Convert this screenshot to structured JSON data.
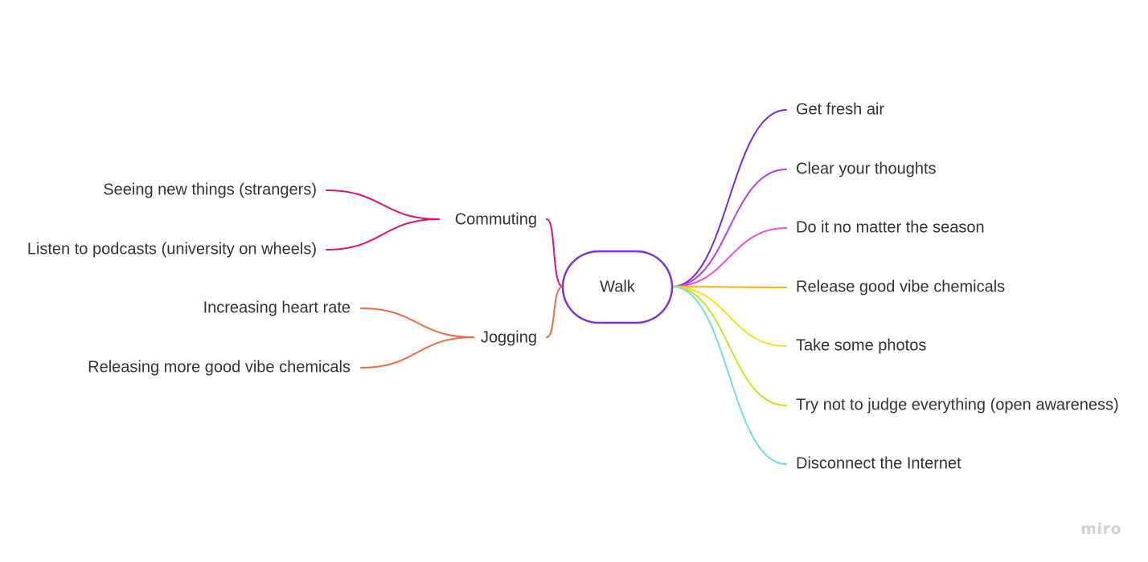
{
  "center": {
    "label": "Walk",
    "border_color": "#7b35d8"
  },
  "left_branches": [
    {
      "label": "Commuting",
      "color": "#e2126c",
      "children": [
        "Seeing new things (strangers)",
        "Listen to podcasts (university on wheels)"
      ]
    },
    {
      "label": "Jogging",
      "color": "#f06b42",
      "children": [
        "Increasing heart rate",
        "Releasing more good vibe chemicals"
      ]
    }
  ],
  "right_branches": [
    {
      "label": "Get fresh air",
      "color": "#7a2ae0"
    },
    {
      "label": "Clear your thoughts",
      "color": "#b341e8"
    },
    {
      "label": "Do it no matter the season",
      "color": "#ec4fd7"
    },
    {
      "label": "Release good vibe chemicals",
      "color": "#f7b21a"
    },
    {
      "label": "Take some photos",
      "color": "#f5e21c"
    },
    {
      "label": "Try not to judge everything (open awareness)",
      "color": "#c9e21f"
    },
    {
      "label": "Disconnect the Internet",
      "color": "#6fe3cf"
    }
  ],
  "watermark": "miro"
}
